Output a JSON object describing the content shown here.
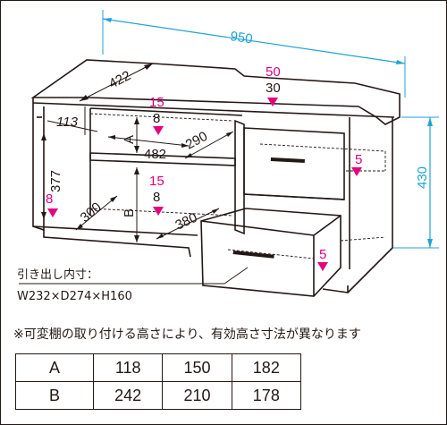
{
  "dimensions": {
    "width": "950",
    "depth": "422",
    "height": "430"
  },
  "labels": {
    "shelf_height_top": "113",
    "left_height": "377",
    "inner_depth_top": "482",
    "inner_width_top": "290",
    "inner_depth_bottom": "300",
    "inner_width_bottom": "380",
    "letter_a": "A",
    "letter_b": "B"
  },
  "pink_labels": {
    "top_a": "15",
    "top_b": "8",
    "mid_a": "15",
    "mid_b": "8",
    "left_mark": "8",
    "drawer_right_top": "5",
    "drawer_right_bottom": "5",
    "top_right_a": "50",
    "top_right_b": "30"
  },
  "drawer_inner": {
    "caption": "引き出し内寸：",
    "size": "W232×D274×H160"
  },
  "note": "※可変棚の取り付ける高さにより、有効高さ寸法が異なります",
  "table": {
    "rows": [
      {
        "label": "A",
        "values": [
          "118",
          "150",
          "182"
        ]
      },
      {
        "label": "B",
        "values": [
          "242",
          "210",
          "178"
        ]
      }
    ]
  },
  "colors": {
    "accent_cyan": "#1fa2d8",
    "accent_magenta": "#e4007f",
    "line": "#231815"
  }
}
